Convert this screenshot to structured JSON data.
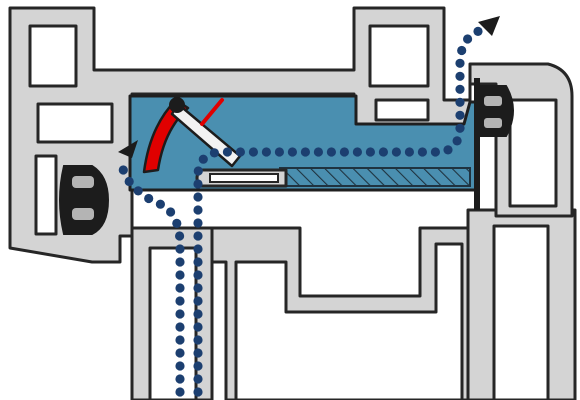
{
  "diagram": {
    "colors": {
      "background": "#ffffff",
      "profile_fill": "#d4d4d4",
      "profile_stroke": "#262626",
      "chamber_fill": "#4a8fb0",
      "chamber_stroke": "#1f1f1f",
      "gasket": "#1c1c1c",
      "gasket_highlight": "#b4b4b4",
      "flap_red": "#e00000",
      "flap_white": "#f2f2f2",
      "airflow_dot": "#1c3f70",
      "hatch": "#1f3340"
    },
    "parts": [
      "outer-frame-profile",
      "lower-frame-profile",
      "right-sash-profile",
      "ventilation-chamber",
      "left-gasket",
      "right-gasket",
      "red-flap",
      "white-flap",
      "flap-pivot",
      "slider-bar",
      "hatched-insulation",
      "airflow-path-left",
      "airflow-path-right"
    ]
  }
}
